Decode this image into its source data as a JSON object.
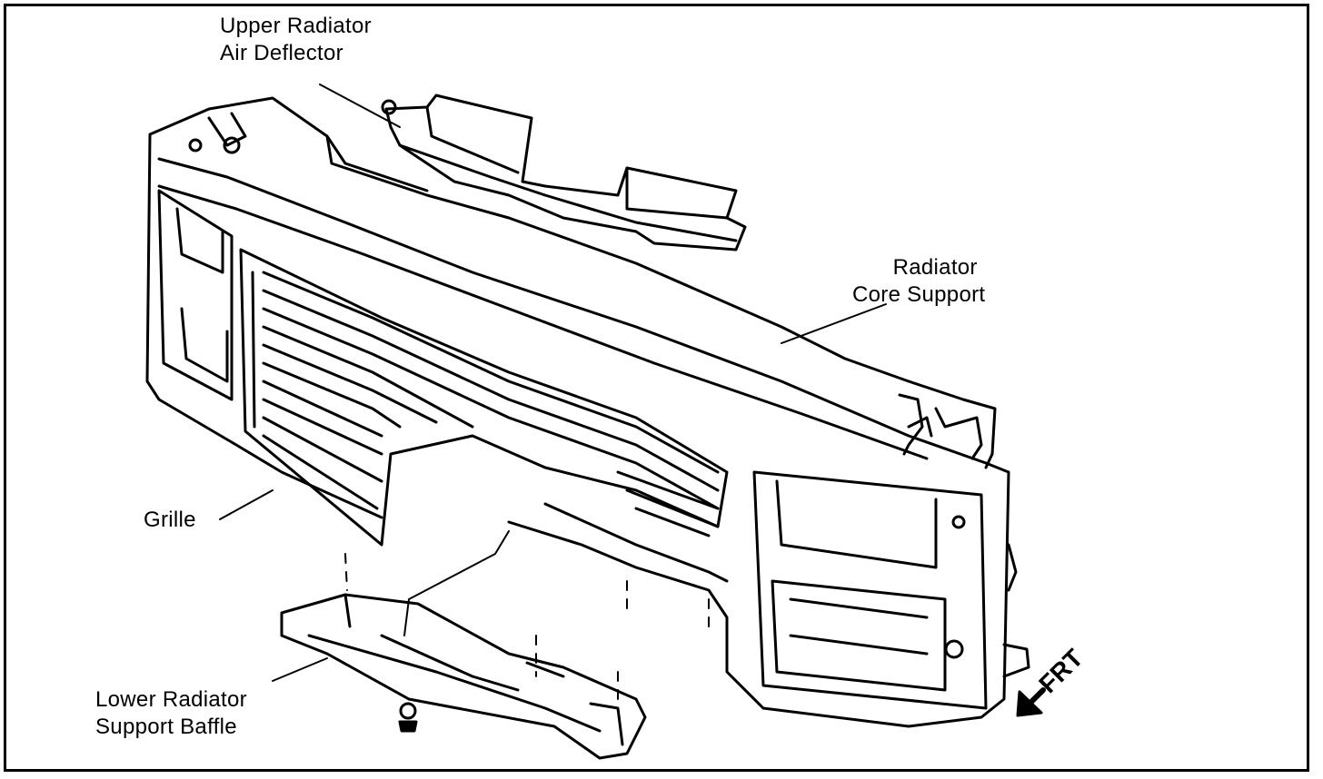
{
  "labels": {
    "upper_deflector": [
      "Upper Radiator",
      "Air Deflector"
    ],
    "core_support": [
      "Radiator",
      "Core Support"
    ],
    "grille": "Grille",
    "lower_baffle": [
      "Lower Radiator",
      "Support Baffle"
    ],
    "front_indicator": "FRT"
  },
  "colors": {
    "ink": "#000000",
    "paper": "#ffffff"
  }
}
